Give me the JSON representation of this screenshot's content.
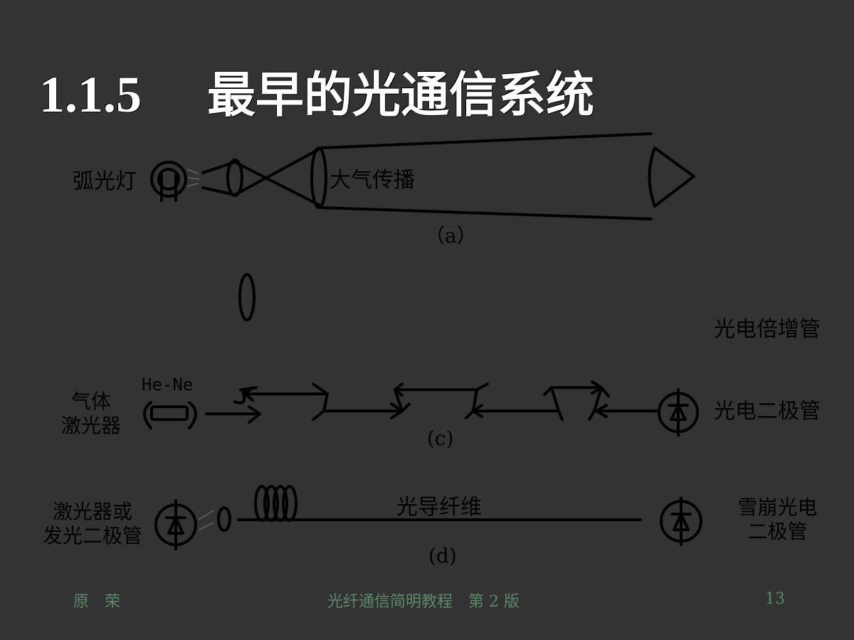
{
  "title": {
    "number": "1.1.5",
    "text": "最早的光通信系统"
  },
  "diagram_a": {
    "source_label": "弧光灯",
    "medium_label": "大气传播",
    "caption": "（a）"
  },
  "diagram_c": {
    "detector_label": "光电倍增管",
    "laser_type": "He-Ne",
    "source_label_line1": "气体",
    "source_label_line2": "激光器",
    "receiver_label": "光电二极管",
    "caption": "(c)"
  },
  "diagram_d": {
    "source_label_line1": "激光器或",
    "source_label_line2": "发光二极管",
    "fiber_label": "光导纤维",
    "receiver_label_line1": "雪崩光电",
    "receiver_label_line2": "二极管",
    "caption": "(d)"
  },
  "footer": {
    "author": "原　荣",
    "book": "光纤通信简明教程　第 2 版",
    "page": "13"
  },
  "colors": {
    "background": "#333333",
    "line": "#000000",
    "title": "#ffffff",
    "footer": "#5a8a6a"
  }
}
